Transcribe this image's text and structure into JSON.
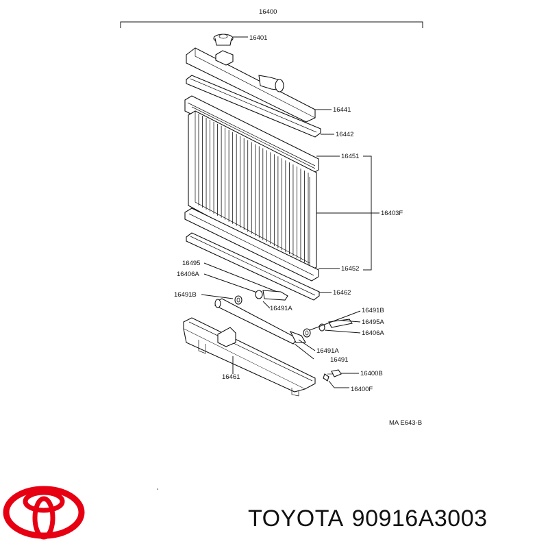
{
  "diagram": {
    "labels": {
      "assembly": "16400",
      "cap": "16401",
      "upper_tank": "16441",
      "upper_gasket": "16442",
      "core_upper": "16451",
      "core_group": "16403F",
      "core_lower": "16452",
      "lower_gasket": "16462",
      "l_16495": "16495",
      "l_16406A": "16406A",
      "l_16491B_left": "16491B",
      "l_16491A_left": "16491A",
      "l_16491B_right": "16491B",
      "l_16495A": "16495A",
      "l_16406A_right": "16406A",
      "l_16491A_right": "16491A",
      "l_16491": "16491",
      "lower_tank": "16461",
      "drain_cock": "16400B",
      "drain_plug": "16400F",
      "ref_code": "MA  E643-B"
    }
  },
  "footer": {
    "brand": "TOYOTA",
    "part_number": "90916A3003"
  },
  "colors": {
    "logo_red": "#e60012",
    "line": "#111111"
  }
}
